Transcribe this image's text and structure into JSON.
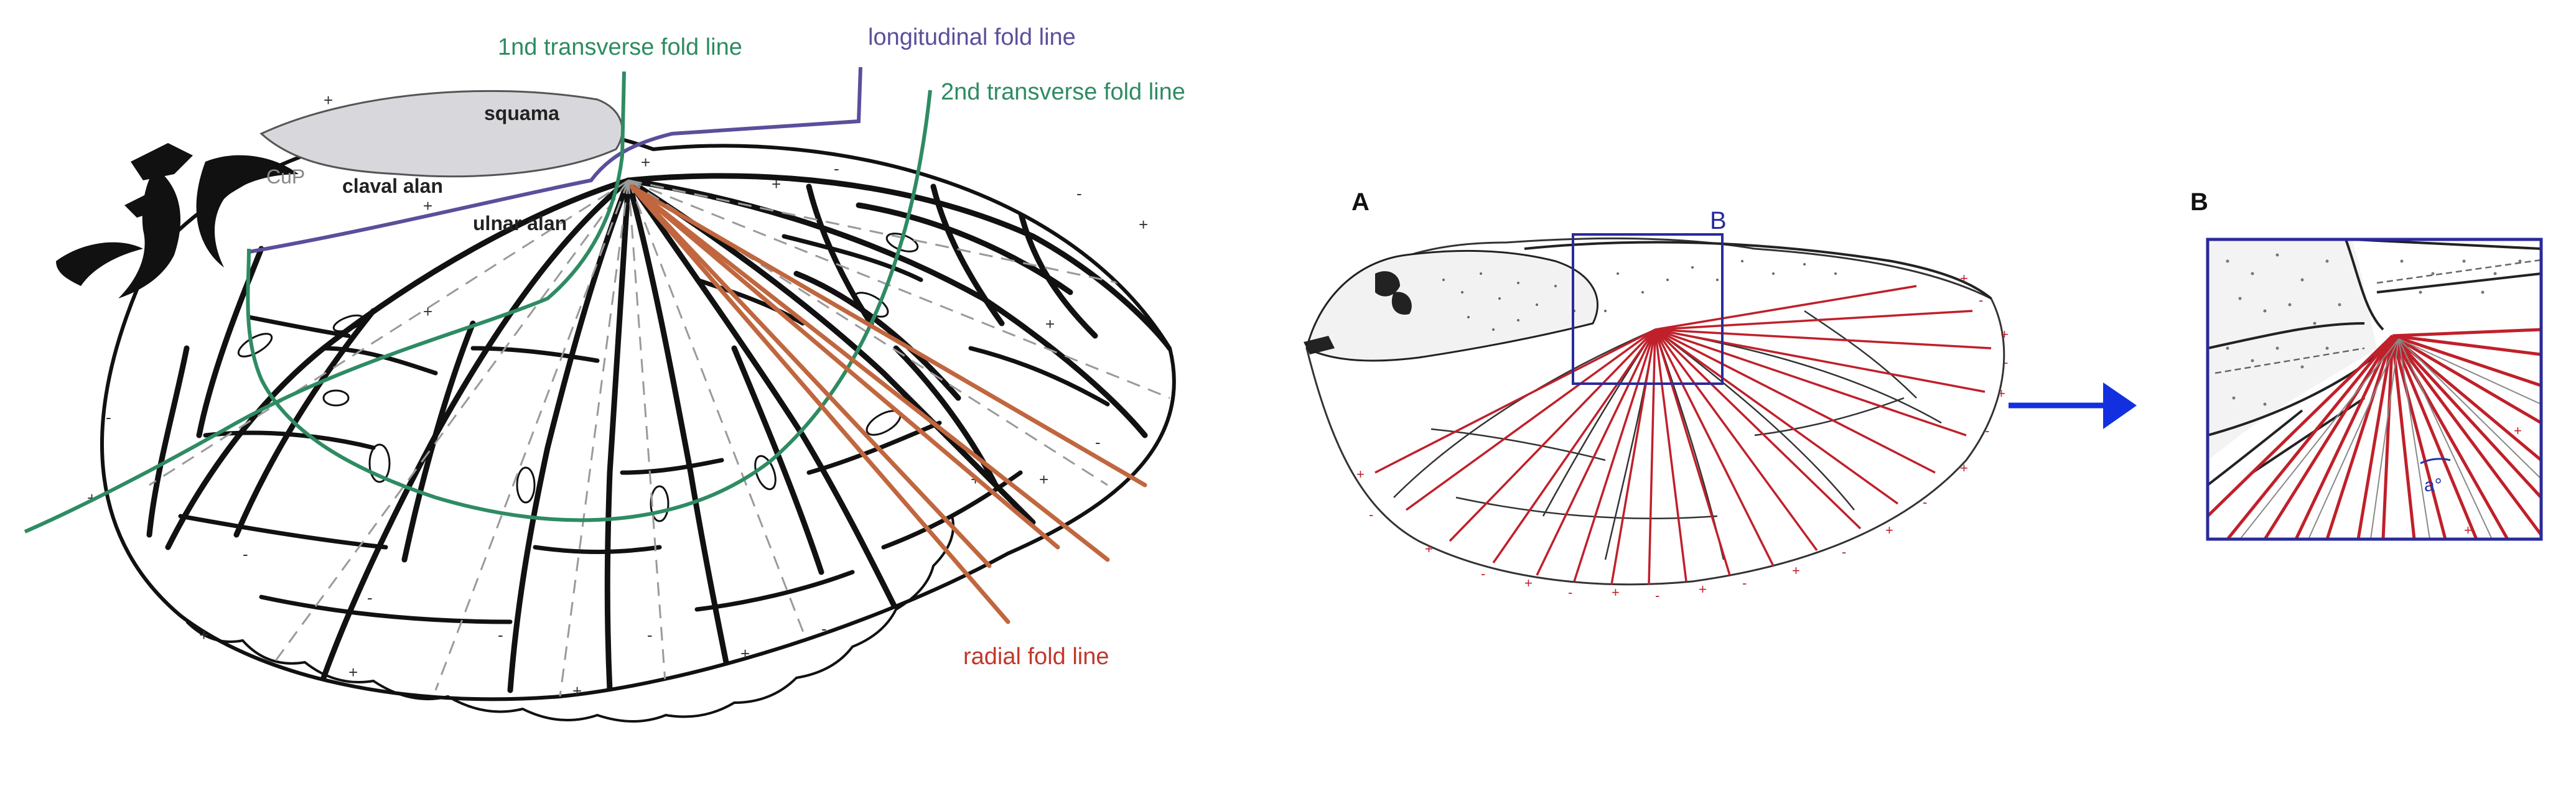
{
  "left_panel": {
    "labels": {
      "first_transverse": "1nd transverse fold line",
      "longitudinal": "longitudinal fold line",
      "second_transverse": "2nd transverse fold line",
      "radial": "radial fold line",
      "squama": "squama",
      "claval_alan": "claval alan",
      "ulnar_alan": "ulnar alan",
      "cup": "CuP"
    },
    "colors": {
      "transverse": "#2e8b62",
      "longitudinal": "#5a4f9a",
      "radial": "#c0392b",
      "radial_lines": "#c0673f",
      "vein": "#111111",
      "fold_dashed": "#9a9a9a",
      "squama_fill": "#d8d8dc"
    }
  },
  "middle_panel": {
    "label_a": "A",
    "label_b": "B",
    "colors": {
      "box": "#2a2a9a",
      "radial": "#c0202a"
    }
  },
  "arrow": {
    "color": "#1230e0",
    "icon": "arrow-right-icon"
  },
  "right_panel": {
    "label_b": "B",
    "angle_label": "a°",
    "colors": {
      "box": "#2a2a9a",
      "radial": "#c0202a",
      "angle": "#2233aa"
    }
  }
}
